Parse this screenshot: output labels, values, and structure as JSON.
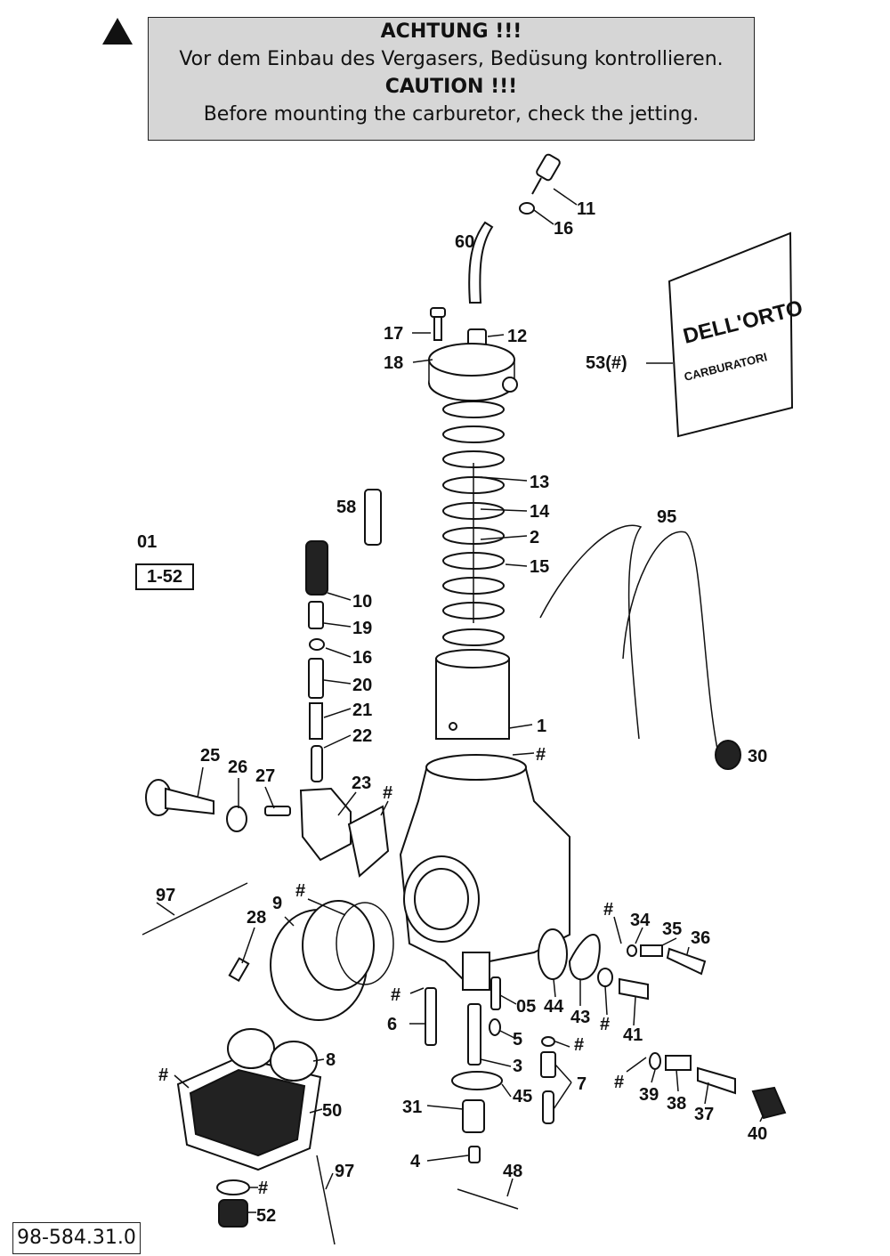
{
  "warning": {
    "title_de": "ACHTUNG !!!",
    "text_de": "Vor dem Einbau des Vergasers, Bedüsung kontrollieren.",
    "title_en": "CAUTION !!!",
    "text_en": "Before mounting the carburetor, check the jetting."
  },
  "reference": {
    "number": "01",
    "range": "1-52"
  },
  "document_number": "98-584.31.0",
  "package_brand": "DELL'ORTO",
  "package_text": "CARBURATORI",
  "callouts": [
    {
      "label": "11"
    },
    {
      "label": "16"
    },
    {
      "label": "60"
    },
    {
      "label": "17"
    },
    {
      "label": "12"
    },
    {
      "label": "18"
    },
    {
      "label": "53(#)"
    },
    {
      "label": "13"
    },
    {
      "label": "14"
    },
    {
      "label": "2"
    },
    {
      "label": "15"
    },
    {
      "label": "95"
    },
    {
      "label": "58"
    },
    {
      "label": "10"
    },
    {
      "label": "19"
    },
    {
      "label": "16"
    },
    {
      "label": "20"
    },
    {
      "label": "21"
    },
    {
      "label": "22"
    },
    {
      "label": "1"
    },
    {
      "label": "#"
    },
    {
      "label": "30"
    },
    {
      "label": "25"
    },
    {
      "label": "26"
    },
    {
      "label": "27"
    },
    {
      "label": "23"
    },
    {
      "label": "#"
    },
    {
      "label": "97"
    },
    {
      "label": "9"
    },
    {
      "label": "#"
    },
    {
      "label": "28"
    },
    {
      "label": "#"
    },
    {
      "label": "34"
    },
    {
      "label": "35"
    },
    {
      "label": "36"
    },
    {
      "label": "#"
    },
    {
      "label": "05"
    },
    {
      "label": "44"
    },
    {
      "label": "43"
    },
    {
      "label": "#"
    },
    {
      "label": "41"
    },
    {
      "label": "6"
    },
    {
      "label": "5"
    },
    {
      "label": "#"
    },
    {
      "label": "3"
    },
    {
      "label": "7"
    },
    {
      "label": "45"
    },
    {
      "label": "31"
    },
    {
      "label": "#"
    },
    {
      "label": "39"
    },
    {
      "label": "38"
    },
    {
      "label": "37"
    },
    {
      "label": "40"
    },
    {
      "label": "#"
    },
    {
      "label": "8"
    },
    {
      "label": "50"
    },
    {
      "label": "4"
    },
    {
      "label": "48"
    },
    {
      "label": "97"
    },
    {
      "label": "#"
    },
    {
      "label": "52"
    }
  ]
}
